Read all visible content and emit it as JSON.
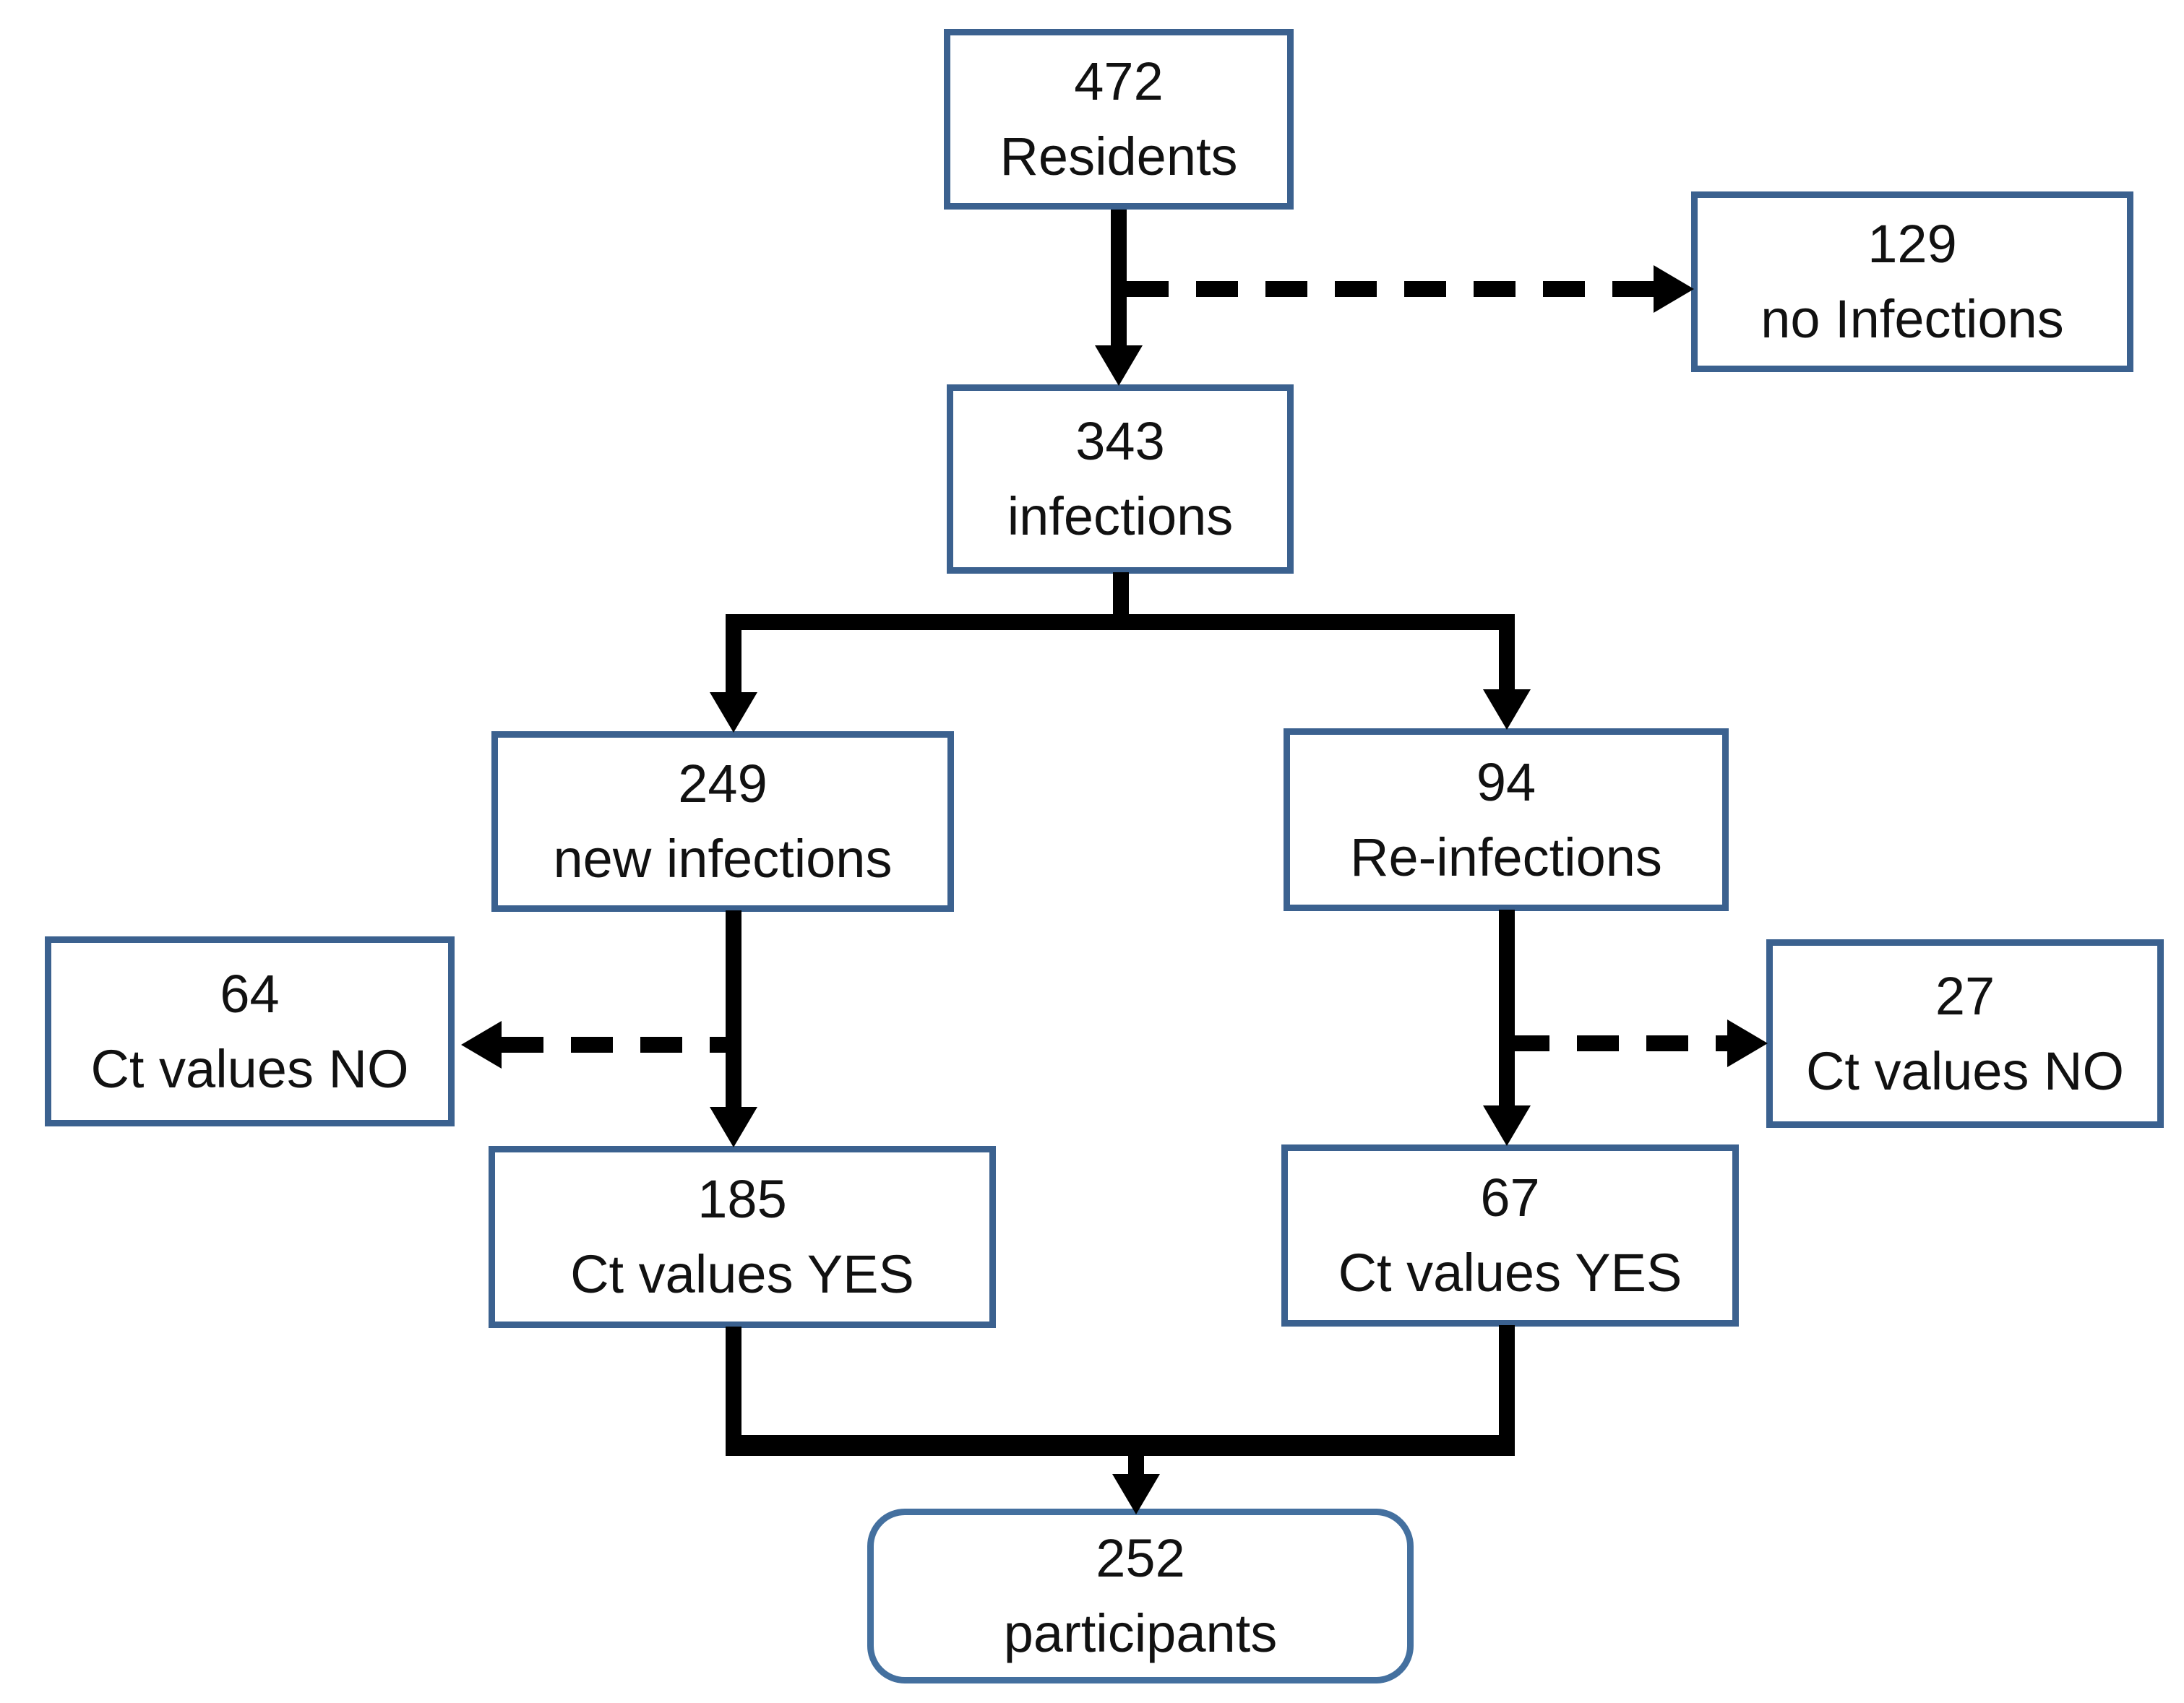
{
  "diagram_type": "flowchart",
  "colors": {
    "box_border": "#3b618f",
    "rounded_box_border": "#44709f",
    "connector": "#000000",
    "background": "#ffffff",
    "text": "#111111"
  },
  "nodes": [
    {
      "id": "residents",
      "value": "472",
      "label": "Residents",
      "shape": "rect"
    },
    {
      "id": "no-infections",
      "value": "129",
      "label": "no Infections",
      "shape": "rect"
    },
    {
      "id": "infections",
      "value": "343",
      "label": "infections",
      "shape": "rect"
    },
    {
      "id": "new-infections",
      "value": "249",
      "label": "new infections",
      "shape": "rect"
    },
    {
      "id": "re-infections",
      "value": "94",
      "label": "Re-infections",
      "shape": "rect"
    },
    {
      "id": "ct-values-no-left",
      "value": "64",
      "label": "Ct values NO",
      "shape": "rect"
    },
    {
      "id": "ct-values-no-right",
      "value": "27",
      "label": "Ct values NO",
      "shape": "rect"
    },
    {
      "id": "ct-values-yes-left",
      "value": "185",
      "label": "Ct values YES",
      "shape": "rect"
    },
    {
      "id": "ct-values-yes-right",
      "value": "67",
      "label": "Ct values YES",
      "shape": "rounded-rect-no"
    },
    {
      "id": "participants",
      "value": "252",
      "label": "participants",
      "shape": "rounded-rect"
    }
  ],
  "edges": [
    {
      "from": "residents",
      "to": "infections",
      "style": "solid"
    },
    {
      "from": "residents",
      "to": "no-infections",
      "style": "dashed"
    },
    {
      "from": "infections",
      "to": "new-infections",
      "style": "solid"
    },
    {
      "from": "infections",
      "to": "re-infections",
      "style": "solid"
    },
    {
      "from": "new-infections",
      "to": "ct-values-no-left",
      "style": "dashed"
    },
    {
      "from": "new-infections",
      "to": "ct-values-yes-left",
      "style": "solid"
    },
    {
      "from": "re-infections",
      "to": "ct-values-no-right",
      "style": "dashed"
    },
    {
      "from": "re-infections",
      "to": "ct-values-yes-right",
      "style": "solid"
    },
    {
      "from": "ct-values-yes-left",
      "to": "participants",
      "style": "solid"
    },
    {
      "from": "ct-values-yes-right",
      "to": "participants",
      "style": "solid"
    }
  ]
}
